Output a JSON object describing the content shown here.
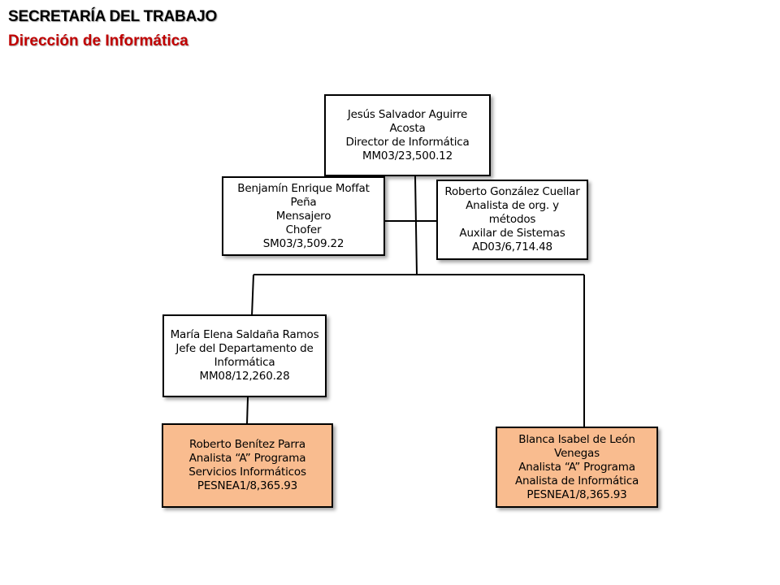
{
  "header": {
    "title": "SECRETARÍA DEL TRABAJO",
    "subtitle": "Dirección de Informática"
  },
  "colors": {
    "title": "#000000",
    "subtitle": "#c00000",
    "box_fill": "#ffffff",
    "box_fill_highlight": "#f9bc8f",
    "border": "#000000"
  },
  "org": {
    "director": {
      "lines": [
        "Jesús Salvador Aguirre",
        "Acosta",
        "Director de Informática",
        "MM03/23,500.12"
      ]
    },
    "messenger": {
      "lines": [
        "Benjamín Enrique Moffat",
        "Peña",
        "Mensajero",
        "Chofer",
        "SM03/3,509.22"
      ]
    },
    "analyst_org": {
      "lines": [
        "Roberto González Cuellar",
        "Analista de org. y",
        "métodos",
        "Auxilar de Sistemas",
        "AD03/6,714.48"
      ]
    },
    "dept_head": {
      "lines": [
        "María Elena Saldaña Ramos",
        "Jefe del Departamento de",
        "Informática",
        "MM08/12,260.28"
      ]
    },
    "analyst_services": {
      "lines": [
        "Roberto Benítez Parra",
        "Analista “A” Programa",
        "Servicios Informáticos",
        "PESNEA1/8,365.93"
      ]
    },
    "analyst_informatics": {
      "lines": [
        "Blanca Isabel de León",
        "Venegas",
        "Analista “A” Programa",
        "Analista de Informática",
        "PESNEA1/8,365.93"
      ]
    }
  }
}
